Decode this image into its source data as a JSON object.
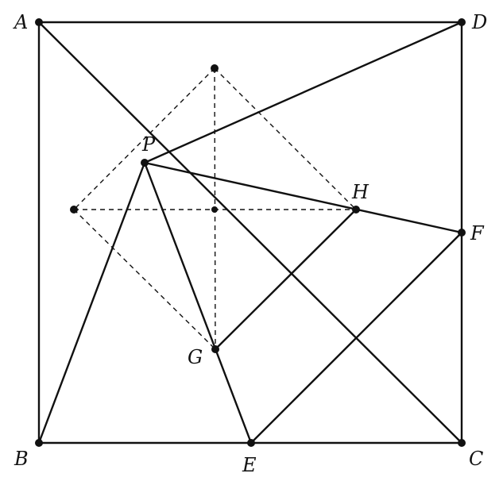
{
  "labels": {
    "A": "A",
    "B": "B",
    "C": "C",
    "D": "D",
    "E": "E",
    "F": "F",
    "G": "G",
    "H": "H",
    "P": "P"
  },
  "colors": {
    "ink": "#111111",
    "background": "#ffffff"
  }
}
